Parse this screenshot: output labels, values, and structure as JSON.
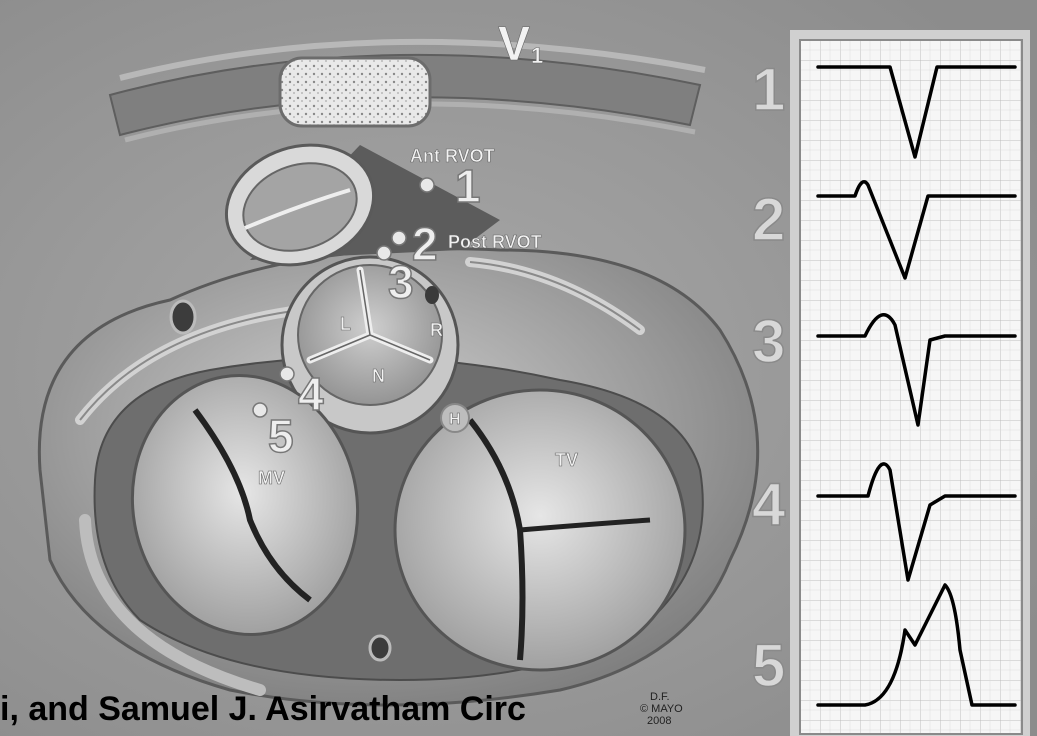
{
  "diagram": {
    "lead_label": "V",
    "lead_subscript": "1",
    "structures": {
      "ant_rvot": "Ant RVOT",
      "post_rvot": "Post RVOT",
      "left_cusp": "L",
      "right_cusp": "R",
      "non_cusp": "N",
      "his": "H",
      "mitral_valve": "MV",
      "tricuspid_valve": "TV"
    },
    "site_numbers": [
      "1",
      "2",
      "3",
      "4",
      "5"
    ],
    "signature": {
      "initials": "D.F.",
      "copyright": "© MAYO",
      "year": "2008"
    },
    "caption": "i, and Samuel J. Asirvatham Circ"
  },
  "ecg_panel": {
    "row_labels": [
      "1",
      "2",
      "3",
      "4",
      "5"
    ]
  },
  "colors": {
    "background": "#9a9a9a",
    "ecg_paper": "#f6f6f6",
    "ecg_grid": "#bdbdbd",
    "ecg_trace": "#000000"
  }
}
